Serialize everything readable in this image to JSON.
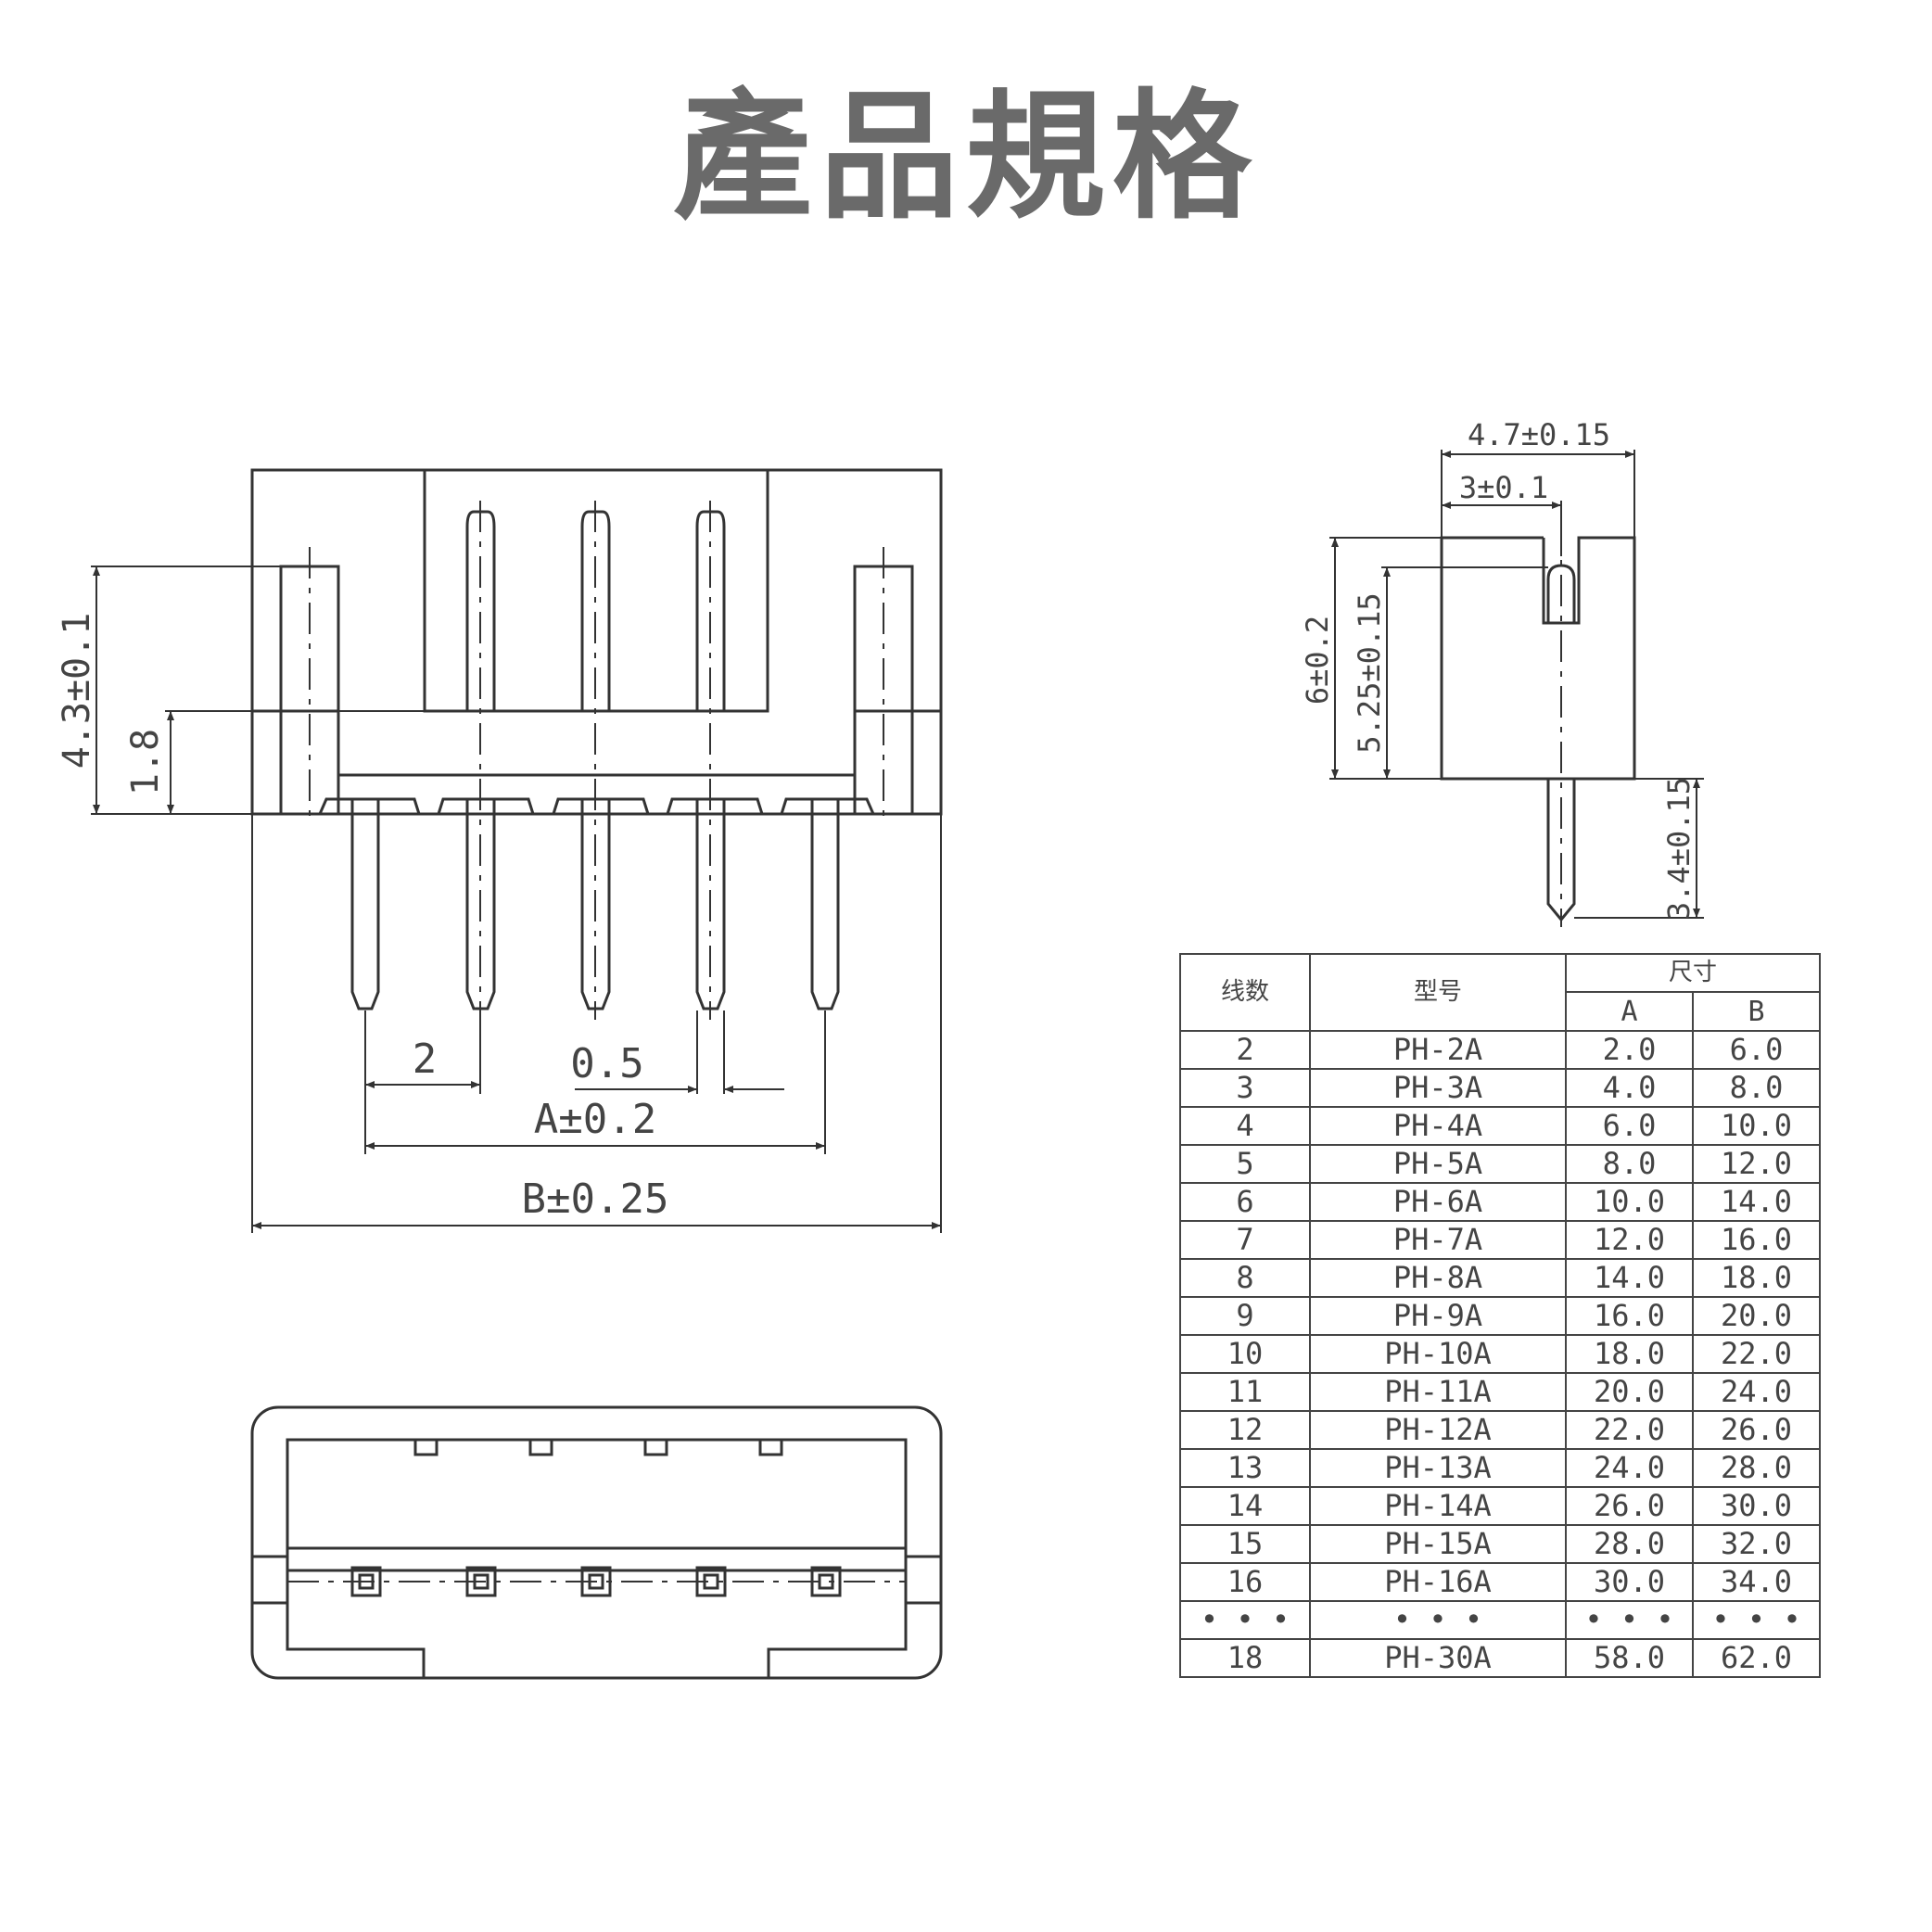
{
  "page_title": "產品規格",
  "side_view_dims": {
    "height_total": "4.3±0.1",
    "height_inner": "1.8",
    "pitch": "2",
    "pin_width": "0.5",
    "dim_a": "A±0.2",
    "dim_b": "B±0.25"
  },
  "profile_view_dims": {
    "width_total": "4.7±0.15",
    "width_inner": "3±0.1",
    "height_total": "6±0.2",
    "height_inner": "5.25±0.15",
    "pin_length": "3.4±0.15"
  },
  "table": {
    "headers": {
      "wires": "线数",
      "model": "型号",
      "size": "尺寸",
      "a": "A",
      "b": "B"
    },
    "rows": [
      [
        "2",
        "PH-2A",
        "2.0",
        "6.0"
      ],
      [
        "3",
        "PH-3A",
        "4.0",
        "8.0"
      ],
      [
        "4",
        "PH-4A",
        "6.0",
        "10.0"
      ],
      [
        "5",
        "PH-5A",
        "8.0",
        "12.0"
      ],
      [
        "6",
        "PH-6A",
        "10.0",
        "14.0"
      ],
      [
        "7",
        "PH-7A",
        "12.0",
        "16.0"
      ],
      [
        "8",
        "PH-8A",
        "14.0",
        "18.0"
      ],
      [
        "9",
        "PH-9A",
        "16.0",
        "20.0"
      ],
      [
        "10",
        "PH-10A",
        "18.0",
        "22.0"
      ],
      [
        "11",
        "PH-11A",
        "20.0",
        "24.0"
      ],
      [
        "12",
        "PH-12A",
        "22.0",
        "26.0"
      ],
      [
        "13",
        "PH-13A",
        "24.0",
        "28.0"
      ],
      [
        "14",
        "PH-14A",
        "26.0",
        "30.0"
      ],
      [
        "15",
        "PH-15A",
        "28.0",
        "32.0"
      ],
      [
        "16",
        "PH-16A",
        "30.0",
        "34.0"
      ],
      [
        "• • •",
        "• • •",
        "• • •",
        "• • •"
      ],
      [
        "18",
        "PH-30A",
        "58.0",
        "62.0"
      ]
    ]
  }
}
